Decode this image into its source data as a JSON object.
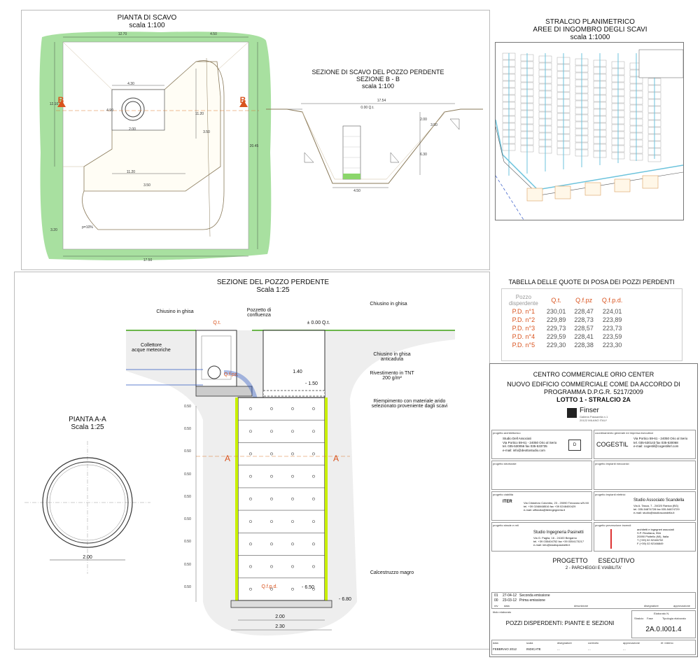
{
  "plan": {
    "title": "PIANTA DI SCAVO",
    "scale": "scala 1:100",
    "b_marker": "B",
    "dims": {
      "top1": "12.70",
      "top2": "4.50",
      "inner_w": "4.30",
      "inner_h": "4.90",
      "circle": "2.00",
      "ramp_h": "11.20",
      "ramp_w": "3.50",
      "width_low": "11.20",
      "h_low": "3.50",
      "left_h": "12.10",
      "right_total": "20.45",
      "bottom": "17.50",
      "bl": "3.20",
      "slope": "p=10%"
    }
  },
  "section_bb": {
    "title": "SEZIONE DI SCAVO DEL POZZO PERDENTE",
    "subtitle": "SEZIONE B - B",
    "scale": "scala 1:100",
    "dims": {
      "top": "17.54",
      "bottom": "4.50",
      "q1": "0.00 Q.t.",
      "r1": "3.50",
      "depth": "6.30",
      "d1": "2.00"
    }
  },
  "stralcio": {
    "title1": "STRALCIO PLANIMETRICO",
    "title2": "AREE DI INGOMBRO DEGLI SCAVI",
    "scale": "scala 1:1000"
  },
  "section_main": {
    "title": "SEZIONE DEL POZZO PERDENTE",
    "scale": "Scala 1:25",
    "labels": {
      "chiusino1": "Chiusino in ghisa",
      "pozzetto": "Pozzetto di\nconfluenza",
      "qt1": "Q.t.",
      "chiusino2": "Chiusino in ghisa",
      "qt2": "± 0.00 Q.t.",
      "collettore": "Collettore\nacque meteoriche",
      "chiusino3": "Chiusino in ghisa\nanticaduta",
      "qfpz": "Q.f.pz.",
      "riv": "Rivestimento in TNT\n200 g/m²",
      "m150": "- 1.50",
      "d140": "1.40",
      "riemp": "Riempimento con materiale arido\nselezionato proveniente dagli scavi",
      "a_marker": "A",
      "calce": "Calcestruzzo magro",
      "qfpd": "Q.f.p.d.",
      "m650": "- 6.50",
      "m680": "- 6.80",
      "w200": "2.00",
      "w230": "2.30",
      "layer": "0.50"
    }
  },
  "pianta_aa": {
    "title": "PIANTA A-A",
    "scale": "Scala 1:25",
    "dim": "2.00"
  },
  "quote_table": {
    "title": "TABELLA DELLE QUOTE DI POSA DEI POZZI PERDENTI",
    "headers": [
      "Pozzo\ndisperdente",
      "Q.t.",
      "Q.f.pz",
      "Q.f.p.d."
    ],
    "rows": [
      [
        "P.D. n°1",
        "230,01",
        "228,47",
        "224,01"
      ],
      [
        "P.D. n°2",
        "229,89",
        "228,73",
        "223,89"
      ],
      [
        "P.D. n°3",
        "229,73",
        "228,57",
        "223,73"
      ],
      [
        "P.D. n°4",
        "229,59",
        "228,41",
        "223,59"
      ],
      [
        "P.D. n°5",
        "229,30",
        "228,38",
        "223,30"
      ]
    ]
  },
  "title_block": {
    "l1": "CENTRO COMMERCIALE ORIO CENTER",
    "l2": "NUOVO EDIFICIO COMMERCIALE COME DA ACCORDO DI",
    "l3": "PROGRAMMA D.P.G.R. 5217/2009",
    "l4": "LOTTO 1 - STRALCIO 2A",
    "finser": "Finser",
    "finser_sub": "Galleria Passarella n.1\n20122 MILANO   ITALY",
    "arch_label": "progetto architettonico",
    "arch_text": "Studio Dell Associati\nVia Portico 59-61 - 24050 Orio al Serio\ntel. 035-530056 fax 035-533735\ne-mail: info@deottostudio.com",
    "coord_label": "coordinamento generale ed impresa esecutrice",
    "cogestil": "COGESTIL",
    "coord_text": "Via Portico 59-61 - 24050 Orio al Serio\ntel. 035-530143 fax 035-530068\ne-mail: cogestil@cogestilsrl.com",
    "strutt_label": "progetto strutturale",
    "mecc_label": "progetto impianti meccanici",
    "viab_label": "progetto viabilità",
    "iter": "ITER",
    "iter_text": "Via Cristoforo Colombo, 23 - 20090 Trezzano s/N MI\ntel. +39 0248468516  fax +39 0248400429\ne-mail: ufficioita@iteringegneria.it",
    "elet_label": "progetto impianti elettrici",
    "scandella": "Studio Associato Scandella",
    "scandella_text": "Via A. Tasca, 7 - 24020 Ranica (BG)\ntel. 035-54874728 fax 035-54874729\ne-mail: studio@studioscandella.it",
    "strade_label": "progetto strade e reti",
    "pasinetti": "Studio Ingegneria Pasinetti",
    "pasinetti_text": "Via G. Paglia, 16 - 24100 Bergamo\ntel. +39 035404752 fax +39 0354173217\ne-mail: info@studiopasinetti.it",
    "incendi_label": "progetto prevenzione incendi",
    "archesa_text": "architetti e ingegneri associati\nS.P. Rivoltana, 95A\n20090 Pioltello (MI), Italia\nT (+39) 02.92166702\nF (+39) 02.92166849",
    "progetto": "PROGETTO      ESECUTIVO",
    "progetto_sub": "2 - PARCHEGGI E VIABILITA'",
    "rev1": [
      "01",
      "27-04-12",
      "Seconda emissione"
    ],
    "rev0": [
      "00",
      "23-03-12",
      "Prima emissione"
    ],
    "rev_h": [
      "rev",
      "data",
      "descrizione",
      "disegnatore",
      "approvazione"
    ],
    "titolo_label": "titolo elaborato",
    "titolo": "POZZI DISPERDENTI: PIANTE E SEZIONI",
    "elab_label": "Elaborato N.",
    "elab": "2A.0.I001.4",
    "elab_h": [
      "Stralcio",
      "Fase",
      "Tipologia elaborato"
    ],
    "foot_h": [
      "data",
      "scala",
      "disegnatore",
      "controllo",
      "approvazione",
      "rif. interno"
    ],
    "foot_v": [
      "FEBBRAIO 2012",
      "INDICATE",
      "...",
      "...",
      "...",
      ""
    ]
  }
}
